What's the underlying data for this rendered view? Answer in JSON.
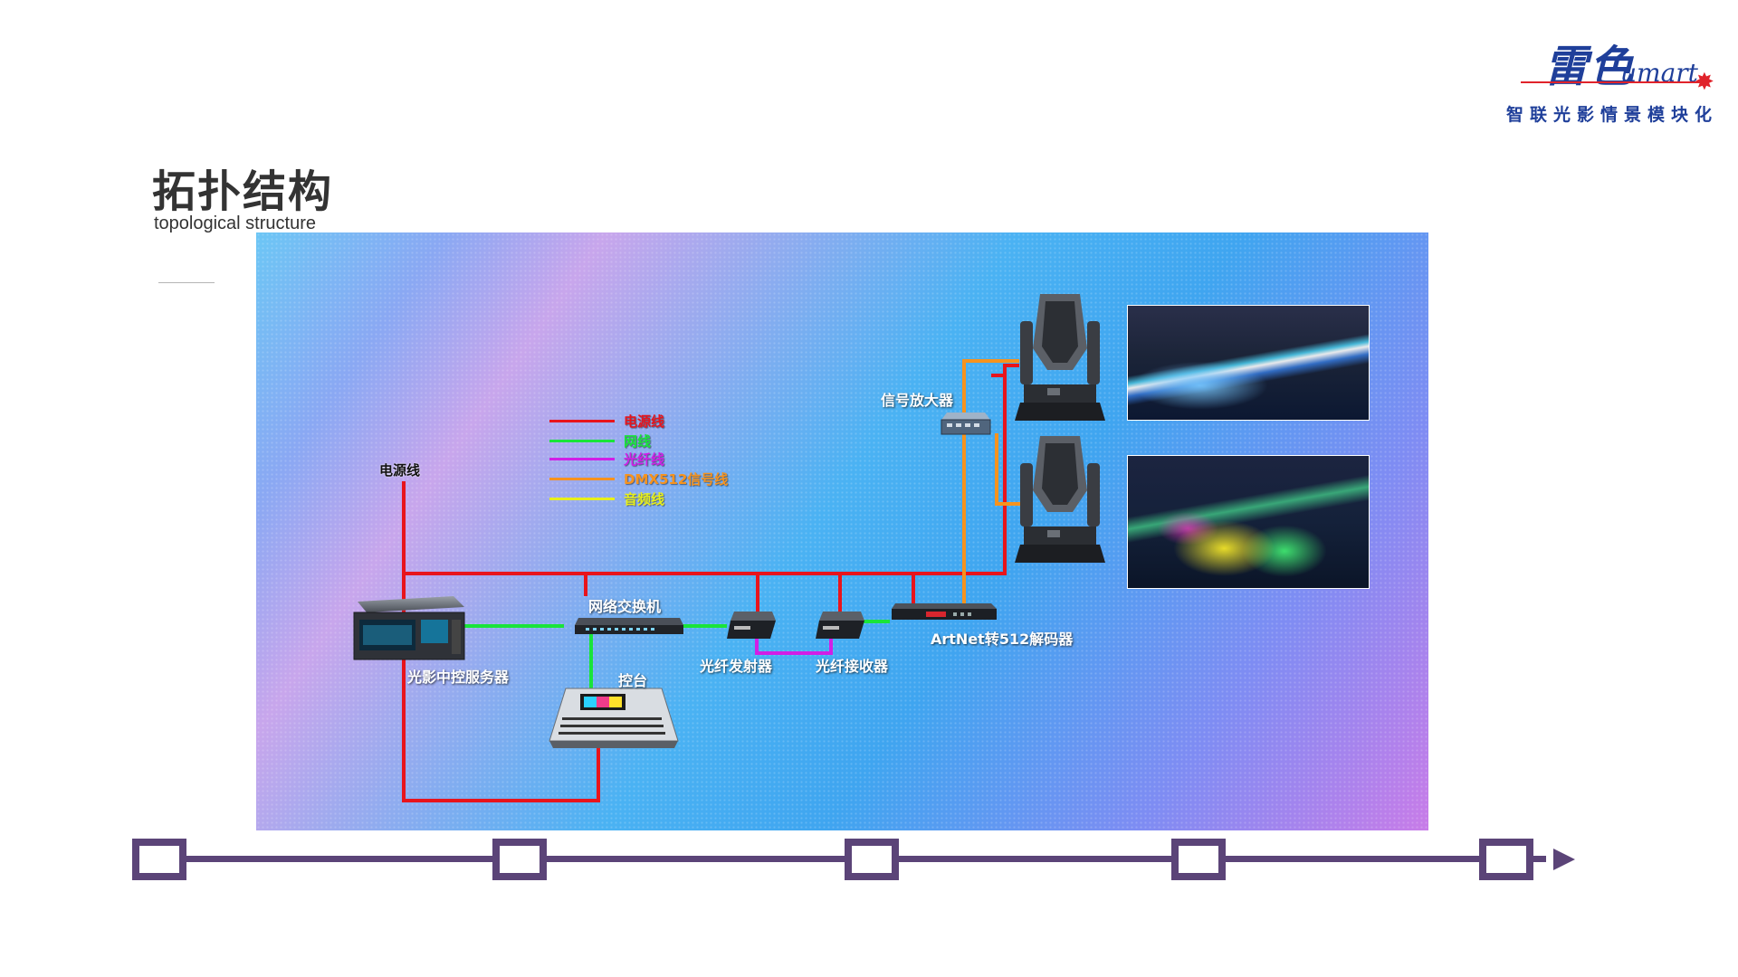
{
  "logo": {
    "brand_cn": "雷色",
    "brand_en": "umart",
    "slogan": "智联光影情景模块化"
  },
  "header": {
    "title_cn": "拓扑结构",
    "title_en": "topological structure"
  },
  "legend": {
    "items": [
      {
        "label": "电源线",
        "color": "#e8141c"
      },
      {
        "label": "网线",
        "color": "#19e43a"
      },
      {
        "label": "光纤线",
        "color": "#d11ee6"
      },
      {
        "label": "DMX512信号线",
        "color": "#f6931e"
      },
      {
        "label": "音频线",
        "color": "#e8ef1a"
      }
    ]
  },
  "diagram": {
    "power_tag": "电源线",
    "devices": {
      "server": "光影中控服务器",
      "switch": "网络交换机",
      "console": "控台",
      "fiber_tx": "光纤发射器",
      "fiber_rx": "光纤接收器",
      "decoder": "ArtNet转512解码器",
      "amplifier": "信号放大器"
    },
    "colors": {
      "power": "#e8141c",
      "network": "#19e43a",
      "fiber": "#d11ee6",
      "dmx": "#f6931e"
    }
  }
}
